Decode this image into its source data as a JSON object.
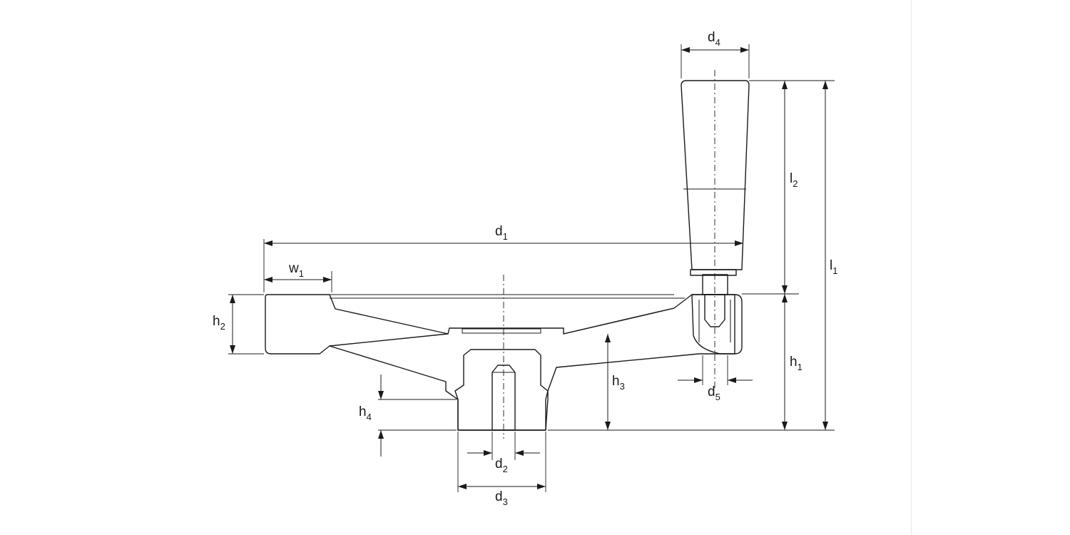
{
  "diagram": {
    "labels": {
      "d1": {
        "main": "d",
        "sub": "1"
      },
      "d2": {
        "main": "d",
        "sub": "2"
      },
      "d3": {
        "main": "d",
        "sub": "3"
      },
      "d4": {
        "main": "d",
        "sub": "4"
      },
      "d5": {
        "main": "d",
        "sub": "5"
      },
      "h1": {
        "main": "h",
        "sub": "1"
      },
      "h2": {
        "main": "h",
        "sub": "2"
      },
      "h3": {
        "main": "h",
        "sub": "3"
      },
      "h4": {
        "main": "h",
        "sub": "4"
      },
      "l1": {
        "main": "l",
        "sub": "1"
      },
      "l2": {
        "main": "l",
        "sub": "2"
      },
      "w1": {
        "main": "w",
        "sub": "1"
      }
    },
    "line_color": "#1a1a1a",
    "background": "#ffffff"
  }
}
